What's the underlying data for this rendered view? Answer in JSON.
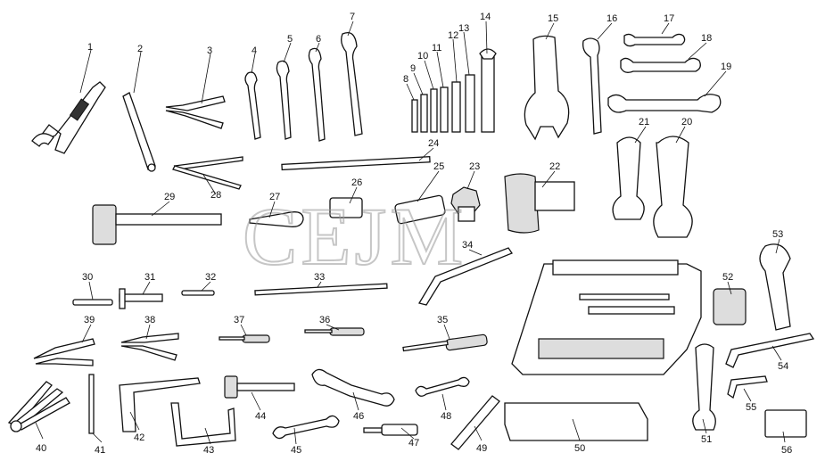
{
  "watermark": "CEJM",
  "callouts": [
    {
      "id": "1",
      "label": "1"
    },
    {
      "id": "2",
      "label": "2"
    },
    {
      "id": "3",
      "label": "3"
    },
    {
      "id": "4",
      "label": "4"
    },
    {
      "id": "5",
      "label": "5"
    },
    {
      "id": "6",
      "label": "6"
    },
    {
      "id": "7",
      "label": "7"
    },
    {
      "id": "8",
      "label": "8"
    },
    {
      "id": "9",
      "label": "9"
    },
    {
      "id": "10",
      "label": "10"
    },
    {
      "id": "11",
      "label": "11"
    },
    {
      "id": "12",
      "label": "12"
    },
    {
      "id": "13",
      "label": "13"
    },
    {
      "id": "14",
      "label": "14"
    },
    {
      "id": "15",
      "label": "15"
    },
    {
      "id": "16",
      "label": "16"
    },
    {
      "id": "17",
      "label": "17"
    },
    {
      "id": "18",
      "label": "18"
    },
    {
      "id": "19",
      "label": "19"
    },
    {
      "id": "20",
      "label": "20"
    },
    {
      "id": "21",
      "label": "21"
    },
    {
      "id": "22",
      "label": "22"
    },
    {
      "id": "23",
      "label": "23"
    },
    {
      "id": "24",
      "label": "24"
    },
    {
      "id": "25",
      "label": "25"
    },
    {
      "id": "26",
      "label": "26"
    },
    {
      "id": "27",
      "label": "27"
    },
    {
      "id": "28",
      "label": "28"
    },
    {
      "id": "29",
      "label": "29"
    },
    {
      "id": "30",
      "label": "30"
    },
    {
      "id": "31",
      "label": "31"
    },
    {
      "id": "32",
      "label": "32"
    },
    {
      "id": "33",
      "label": "33"
    },
    {
      "id": "34",
      "label": "34"
    },
    {
      "id": "35",
      "label": "35"
    },
    {
      "id": "36",
      "label": "36"
    },
    {
      "id": "37",
      "label": "37"
    },
    {
      "id": "38",
      "label": "38"
    },
    {
      "id": "39",
      "label": "39"
    },
    {
      "id": "40",
      "label": "40"
    },
    {
      "id": "41",
      "label": "41"
    },
    {
      "id": "42",
      "label": "42"
    },
    {
      "id": "43",
      "label": "43"
    },
    {
      "id": "44",
      "label": "44"
    },
    {
      "id": "45",
      "label": "45"
    },
    {
      "id": "46",
      "label": "46"
    },
    {
      "id": "47",
      "label": "47"
    },
    {
      "id": "48",
      "label": "48"
    },
    {
      "id": "49",
      "label": "49"
    },
    {
      "id": "50",
      "label": "50"
    },
    {
      "id": "51",
      "label": "51"
    },
    {
      "id": "52",
      "label": "52"
    },
    {
      "id": "53",
      "label": "53"
    },
    {
      "id": "54",
      "label": "54"
    },
    {
      "id": "55",
      "label": "55"
    },
    {
      "id": "56",
      "label": "56"
    }
  ]
}
